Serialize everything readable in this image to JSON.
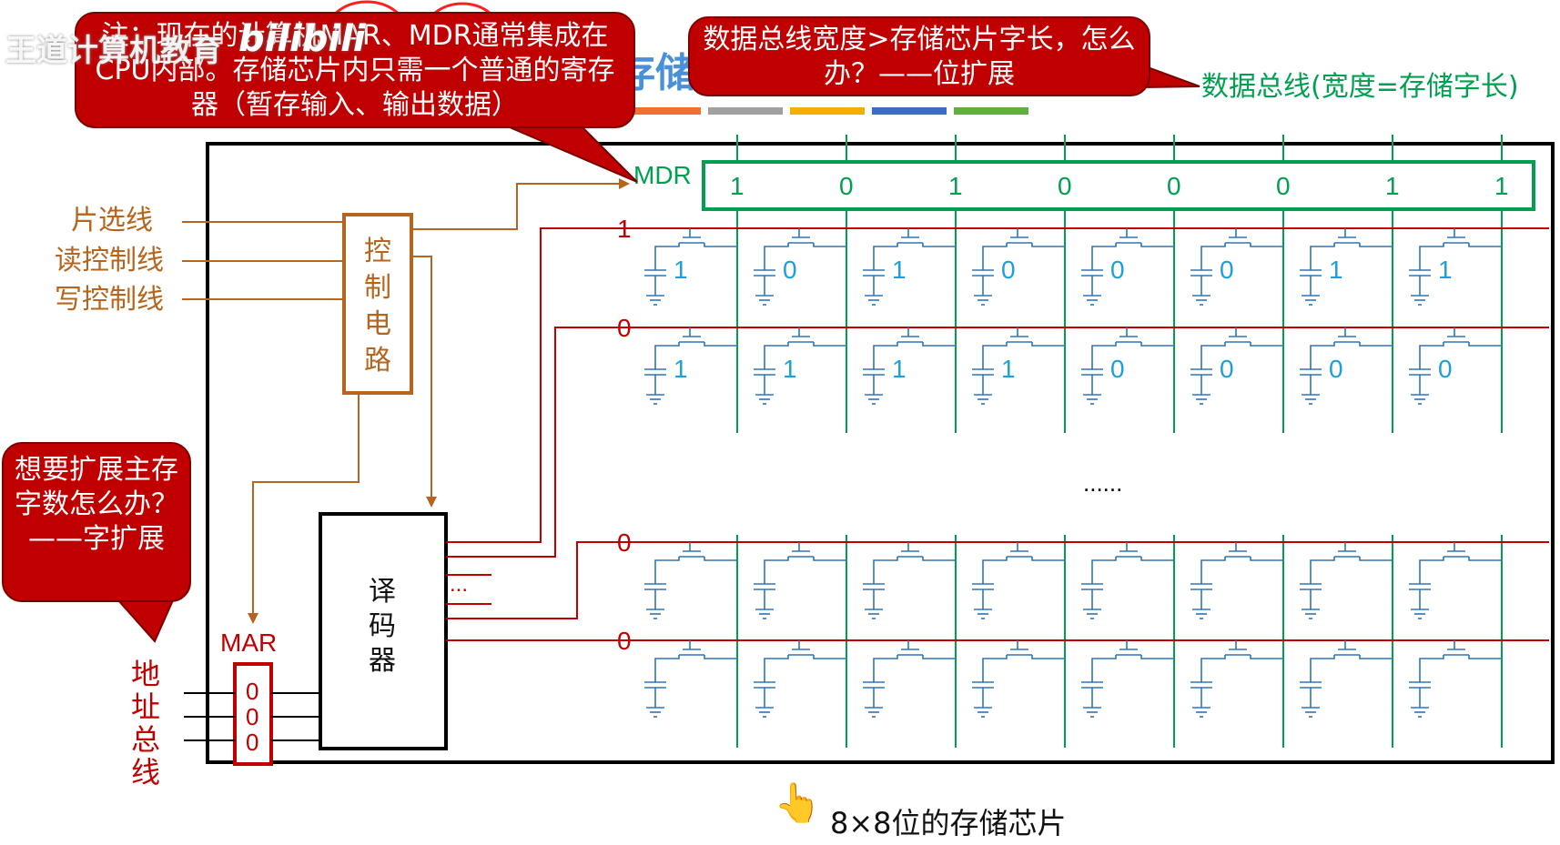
{
  "watermark": {
    "text": "王道计算机教育",
    "bili": "bilibili"
  },
  "title_fragment": "存储",
  "callouts": {
    "note": "注：现在的计算机MAR、MDR通常集成在CPU内部。存储芯片内只需一个普通的寄存器（暂存输入、输出数据）",
    "bit_expansion": "数据总线宽度>存储芯片字长，怎么办？——位扩展",
    "word_expansion": "想要扩展主存字数怎么办？——字扩展"
  },
  "labels": {
    "data_bus": "数据总线(宽度=存储字长)",
    "mdr": "MDR",
    "mar": "MAR",
    "chip_select": "片选线",
    "read_control": "读控制线",
    "write_control": "写控制线",
    "control_circuit": "控制电路",
    "decoder": "译码器",
    "address_bus": "地址总线",
    "ellipsis_rows": "......",
    "ellipsis_decoder": "...",
    "caption": "8×8位的存储芯片"
  },
  "mdr_bits": [
    "1",
    "0",
    "1",
    "0",
    "0",
    "0",
    "1",
    "1"
  ],
  "mar_bits": [
    "0",
    "0",
    "0"
  ],
  "rows": [
    {
      "select": "1",
      "bits": [
        "1",
        "0",
        "1",
        "0",
        "0",
        "0",
        "1",
        "1"
      ]
    },
    {
      "select": "0",
      "bits": [
        "1",
        "1",
        "1",
        "1",
        "0",
        "0",
        "0",
        "0"
      ]
    },
    {
      "select": "0",
      "bits": [
        "",
        "",
        "",
        "",
        "",
        "",
        "",
        ""
      ]
    },
    {
      "select": "0",
      "bits": [
        "",
        "",
        "",
        "",
        "",
        "",
        "",
        ""
      ]
    }
  ],
  "colors": {
    "red": "#c00000",
    "brown": "#c0504d",
    "green": "#00a050",
    "blue": "#2e75b6",
    "cyan": "#1f9fd6",
    "callout_bg": "#c00000",
    "title_blue": "#4a90d9",
    "brown_text": "#b5651d"
  },
  "palette_bar": [
    "#f07030",
    "#a0a0a0",
    "#f0b000",
    "#3a6fc0",
    "#60b040"
  ]
}
